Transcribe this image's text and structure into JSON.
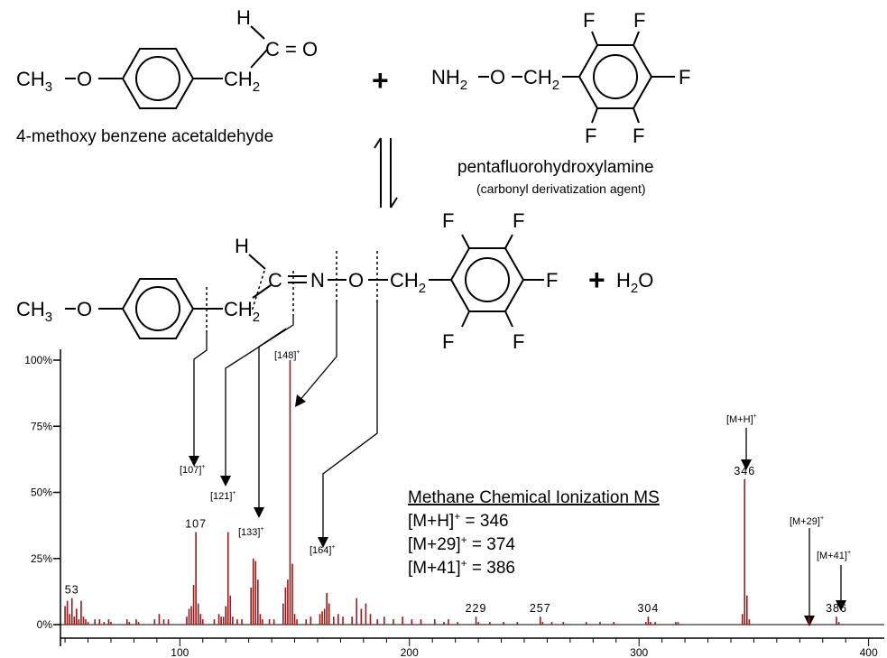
{
  "scheme": {
    "reactant1": {
      "ch3": "CH",
      "ch3_sub": "3",
      "o": "O",
      "ch2": "CH",
      "ch2_sub": "2",
      "h": "H",
      "c_o": "C = O",
      "name": "4-methoxy benzene acetaldehyde"
    },
    "plus": "+",
    "reactant2": {
      "nh2": "NH",
      "nh2_sub": "2",
      "o": "O",
      "ch2": "CH",
      "ch2_sub": "2",
      "f": "F",
      "name": "pentafluorohydroxylamine",
      "subtitle": "(carbonyl derivatization agent)"
    },
    "product": {
      "ch3": "CH",
      "ch3_sub": "3",
      "o": "O",
      "ch2": "CH",
      "ch2_sub": "2",
      "h": "H",
      "c": "C",
      "n": "N",
      "o2": "O",
      "ch2b": "CH",
      "ch2b_sub": "2",
      "f": "F",
      "plus_water": "+",
      "water_h": "H",
      "water_sub": "2",
      "water_o": "O"
    }
  },
  "annotation": {
    "title": "Methane Chemical Ionization MS",
    "lines": [
      {
        "ion": "[M+H]",
        "eq": " = 346"
      },
      {
        "ion": "[M+29]",
        "eq": " = 374"
      },
      {
        "ion": "[M+41]",
        "eq": " = 386"
      }
    ]
  },
  "fragment_labels": [
    {
      "label": "[107]",
      "mz": 107
    },
    {
      "label": "[121]",
      "mz": 121
    },
    {
      "label": "[133]",
      "mz": 133
    },
    {
      "label": "[148]",
      "mz": 148
    },
    {
      "label": "[164]",
      "mz": 164
    },
    {
      "label": "[M+H]",
      "mz": 346
    },
    {
      "label": "[M+29]",
      "mz": 374
    },
    {
      "label": "[M+41]",
      "mz": 386
    }
  ],
  "plus_sup": "+",
  "colors": {
    "peak": "#a01515",
    "axis": "#000000"
  },
  "chart_data": {
    "type": "bar",
    "title": "",
    "xlabel": "",
    "ylabel": "",
    "xlim": [
      48,
      408
    ],
    "ylim": [
      0,
      100
    ],
    "x_ticks": [
      100,
      200,
      300,
      400
    ],
    "y_ticks": [
      {
        "value": 0,
        "label": "0%"
      },
      {
        "value": 25,
        "label": "25%"
      },
      {
        "value": 50,
        "label": "50%"
      },
      {
        "value": 75,
        "label": "75%"
      },
      {
        "value": 100,
        "label": "100%"
      }
    ],
    "peak_labels": [
      {
        "mz": 53,
        "label": "53"
      },
      {
        "mz": 107,
        "label": "107"
      },
      {
        "mz": 229,
        "label": "229"
      },
      {
        "mz": 257,
        "label": "257"
      },
      {
        "mz": 304,
        "label": "304"
      },
      {
        "mz": 346,
        "label": "346"
      },
      {
        "mz": 386,
        "label": "386"
      }
    ],
    "peaks": [
      {
        "mz": 50,
        "i": 7
      },
      {
        "mz": 51,
        "i": 9
      },
      {
        "mz": 52,
        "i": 4
      },
      {
        "mz": 53,
        "i": 10
      },
      {
        "mz": 54,
        "i": 3
      },
      {
        "mz": 55,
        "i": 6
      },
      {
        "mz": 56,
        "i": 2
      },
      {
        "mz": 57,
        "i": 9
      },
      {
        "mz": 58,
        "i": 3
      },
      {
        "mz": 59,
        "i": 2
      },
      {
        "mz": 60,
        "i": 1
      },
      {
        "mz": 63,
        "i": 2
      },
      {
        "mz": 65,
        "i": 2
      },
      {
        "mz": 67,
        "i": 1
      },
      {
        "mz": 69,
        "i": 2
      },
      {
        "mz": 70,
        "i": 1
      },
      {
        "mz": 77,
        "i": 2
      },
      {
        "mz": 78,
        "i": 1
      },
      {
        "mz": 81,
        "i": 2
      },
      {
        "mz": 82,
        "i": 1
      },
      {
        "mz": 89,
        "i": 2
      },
      {
        "mz": 91,
        "i": 4
      },
      {
        "mz": 93,
        "i": 2
      },
      {
        "mz": 95,
        "i": 2
      },
      {
        "mz": 103,
        "i": 3
      },
      {
        "mz": 104,
        "i": 6
      },
      {
        "mz": 105,
        "i": 7
      },
      {
        "mz": 106,
        "i": 15
      },
      {
        "mz": 107,
        "i": 35
      },
      {
        "mz": 108,
        "i": 8
      },
      {
        "mz": 109,
        "i": 4
      },
      {
        "mz": 110,
        "i": 2
      },
      {
        "mz": 115,
        "i": 2
      },
      {
        "mz": 117,
        "i": 4
      },
      {
        "mz": 118,
        "i": 3
      },
      {
        "mz": 119,
        "i": 3
      },
      {
        "mz": 120,
        "i": 7
      },
      {
        "mz": 121,
        "i": 35
      },
      {
        "mz": 122,
        "i": 11
      },
      {
        "mz": 123,
        "i": 3
      },
      {
        "mz": 125,
        "i": 2
      },
      {
        "mz": 127,
        "i": 2
      },
      {
        "mz": 131,
        "i": 14
      },
      {
        "mz": 132,
        "i": 25
      },
      {
        "mz": 133,
        "i": 24
      },
      {
        "mz": 134,
        "i": 17
      },
      {
        "mz": 135,
        "i": 4
      },
      {
        "mz": 136,
        "i": 2
      },
      {
        "mz": 139,
        "i": 2
      },
      {
        "mz": 141,
        "i": 2
      },
      {
        "mz": 145,
        "i": 8
      },
      {
        "mz": 146,
        "i": 14
      },
      {
        "mz": 147,
        "i": 17
      },
      {
        "mz": 148,
        "i": 100
      },
      {
        "mz": 149,
        "i": 23
      },
      {
        "mz": 150,
        "i": 4
      },
      {
        "mz": 151,
        "i": 2
      },
      {
        "mz": 155,
        "i": 2
      },
      {
        "mz": 157,
        "i": 3
      },
      {
        "mz": 161,
        "i": 4
      },
      {
        "mz": 162,
        "i": 5
      },
      {
        "mz": 163,
        "i": 6
      },
      {
        "mz": 164,
        "i": 12
      },
      {
        "mz": 165,
        "i": 8
      },
      {
        "mz": 167,
        "i": 3
      },
      {
        "mz": 169,
        "i": 4
      },
      {
        "mz": 171,
        "i": 3
      },
      {
        "mz": 175,
        "i": 3
      },
      {
        "mz": 177,
        "i": 10
      },
      {
        "mz": 179,
        "i": 6
      },
      {
        "mz": 181,
        "i": 8
      },
      {
        "mz": 183,
        "i": 4
      },
      {
        "mz": 186,
        "i": 2
      },
      {
        "mz": 189,
        "i": 3
      },
      {
        "mz": 193,
        "i": 2
      },
      {
        "mz": 197,
        "i": 3
      },
      {
        "mz": 201,
        "i": 2
      },
      {
        "mz": 205,
        "i": 2
      },
      {
        "mz": 211,
        "i": 2
      },
      {
        "mz": 215,
        "i": 1
      },
      {
        "mz": 217,
        "i": 2
      },
      {
        "mz": 221,
        "i": 1
      },
      {
        "mz": 229,
        "i": 3
      },
      {
        "mz": 230,
        "i": 1
      },
      {
        "mz": 235,
        "i": 1
      },
      {
        "mz": 241,
        "i": 1
      },
      {
        "mz": 247,
        "i": 1
      },
      {
        "mz": 257,
        "i": 3
      },
      {
        "mz": 258,
        "i": 1
      },
      {
        "mz": 262,
        "i": 1
      },
      {
        "mz": 267,
        "i": 1
      },
      {
        "mz": 277,
        "i": 1
      },
      {
        "mz": 283,
        "i": 1
      },
      {
        "mz": 289,
        "i": 1
      },
      {
        "mz": 303,
        "i": 1
      },
      {
        "mz": 304,
        "i": 3
      },
      {
        "mz": 305,
        "i": 1
      },
      {
        "mz": 307,
        "i": 1
      },
      {
        "mz": 316,
        "i": 1
      },
      {
        "mz": 317,
        "i": 1
      },
      {
        "mz": 345,
        "i": 4
      },
      {
        "mz": 346,
        "i": 55
      },
      {
        "mz": 347,
        "i": 11
      },
      {
        "mz": 348,
        "i": 2
      },
      {
        "mz": 374,
        "i": 3
      },
      {
        "mz": 386,
        "i": 3
      },
      {
        "mz": 387,
        "i": 1
      }
    ]
  }
}
